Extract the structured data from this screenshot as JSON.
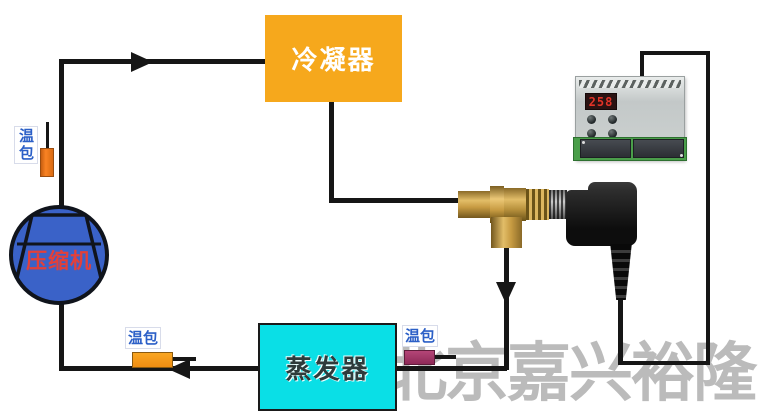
{
  "watermark": {
    "text": "北京嘉兴裕隆",
    "color": "#ababab"
  },
  "components": {
    "condenser": {
      "label": "冷凝器",
      "color": "#f6a81c"
    },
    "evaporator": {
      "label": "蒸发器",
      "color": "#0adfe6"
    },
    "compressor": {
      "label": "压缩机",
      "fill_color": "#3a62c8",
      "text_color": "#e2403a"
    },
    "sensor_top_left": {
      "label": "温包",
      "bulb_color": "#f98323"
    },
    "sensor_bottom_left": {
      "label": "温包",
      "bulb_color": "#f9a623"
    },
    "sensor_bottom_middle": {
      "label": "温包",
      "bulb_color": "#a03565"
    },
    "expansion_valve": {
      "body_color": "#c79b42"
    },
    "sensor_plug": {
      "body_color": "#1a1a1a"
    },
    "controller": {
      "display_value": "258",
      "body_color": "#c9cdcd",
      "pcb_color": "#4a9e4a",
      "display_bg": "#2a1212",
      "display_digit_color": "#e23327"
    }
  },
  "flow": {
    "pipe_color": "#161616",
    "arrow_directions": [
      "right",
      "down",
      "left"
    ]
  }
}
